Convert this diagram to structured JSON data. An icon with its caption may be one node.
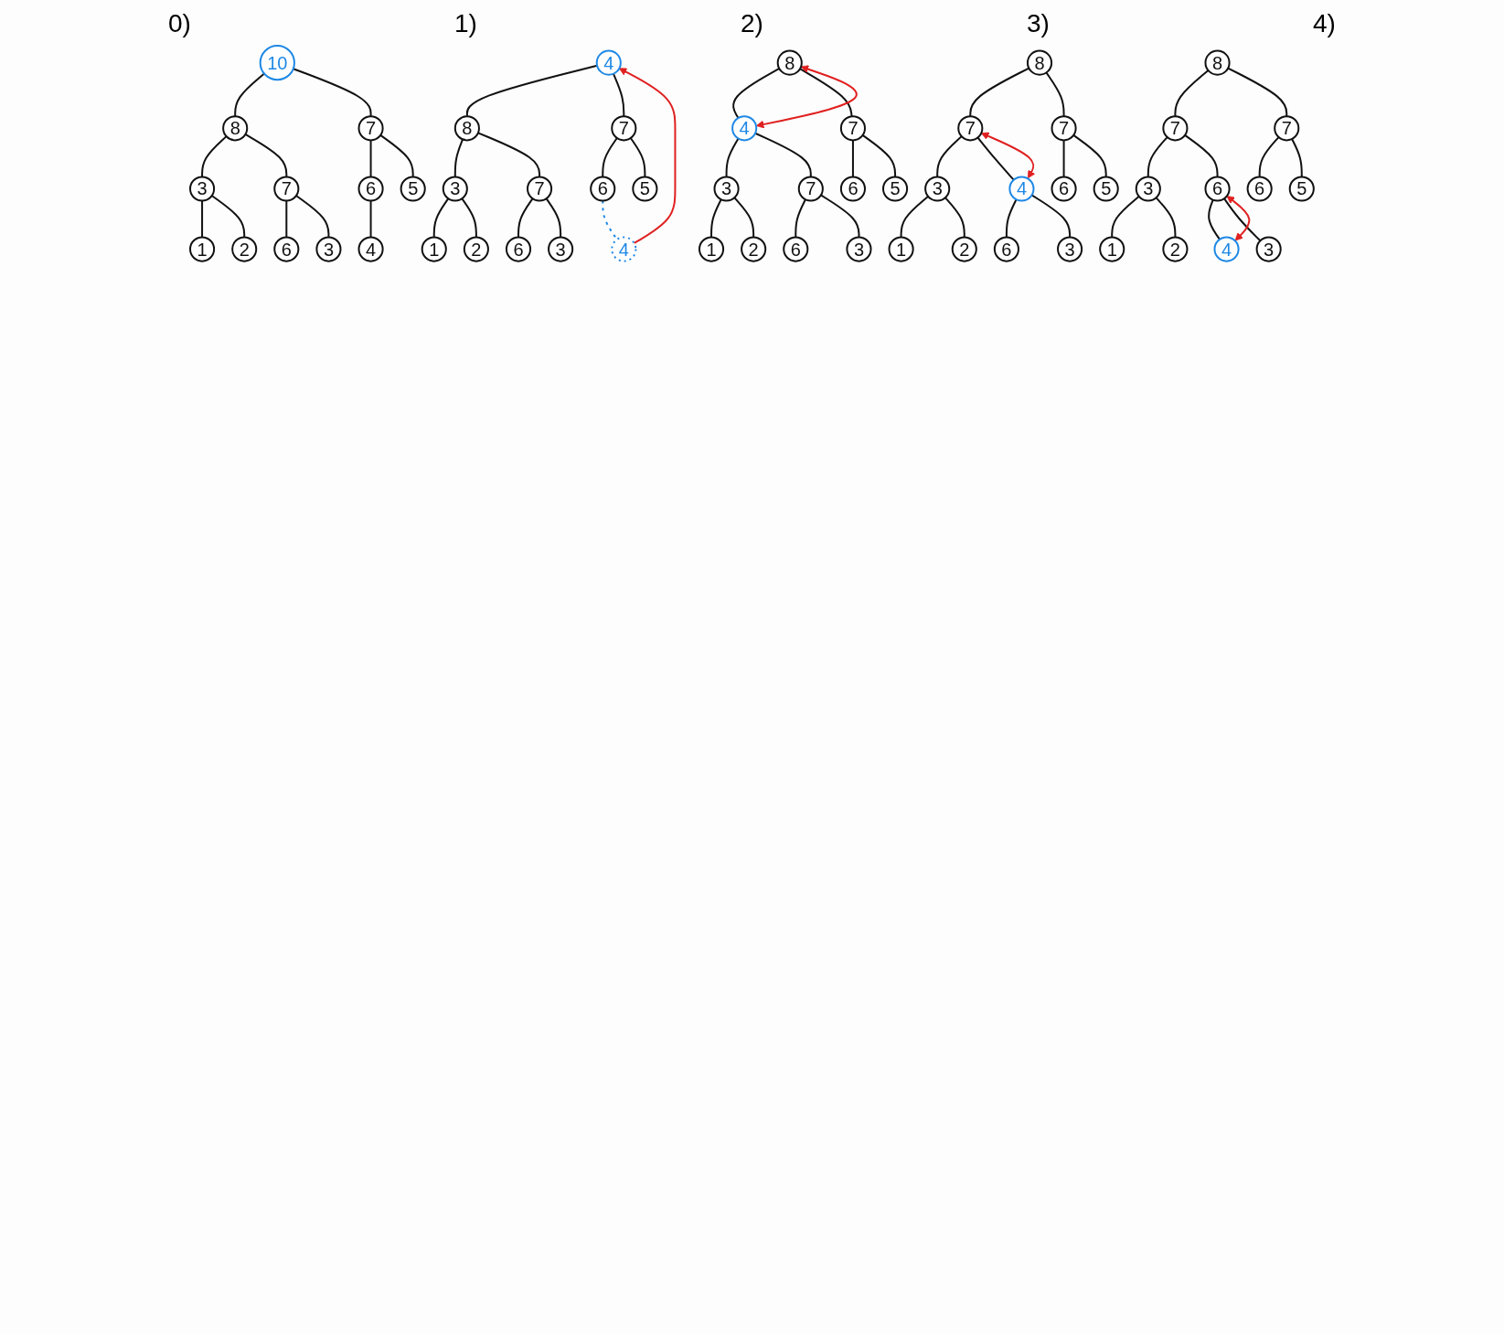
{
  "diagram": {
    "nodes": [
      {
        "text": [
          "10"
        ]
      },
      {
        "text": [
          "8"
        ]
      },
      {
        "text": [
          "7"
        ]
      },
      {
        "text": [
          "3"
        ]
      },
      {
        "text": [
          "7"
        ]
      },
      {
        "text": [
          "6"
        ]
      },
      {
        "text": [
          "5"
        ]
      },
      {
        "text": [
          "1"
        ]
      },
      {
        "text": [
          "2"
        ]
      },
      {
        "text": [
          "6"
        ]
      },
      {
        "text": [
          "3"
        ]
      },
      {
        "text": [
          "4"
        ]
      },
      {
        "text": [
          "4"
        ]
      },
      {
        "text": [
          "8"
        ]
      },
      {
        "text": [
          "7"
        ]
      },
      {
        "text": [
          "3"
        ]
      },
      {
        "text": [
          "7"
        ]
      },
      {
        "text": [
          "6"
        ]
      },
      {
        "text": [
          "5"
        ]
      },
      {
        "text": [
          "1"
        ]
      },
      {
        "text": [
          "2"
        ]
      },
      {
        "text": [
          "6"
        ]
      },
      {
        "text": [
          "3"
        ]
      },
      {
        "text": [
          "4"
        ]
      },
      {
        "text": [
          "8"
        ]
      },
      {
        "text": [
          "4"
        ]
      },
      {
        "text": [
          "7"
        ]
      },
      {
        "text": [
          "3"
        ]
      },
      {
        "text": [
          "7"
        ]
      },
      {
        "text": [
          "6"
        ]
      },
      {
        "text": [
          "5"
        ]
      },
      {
        "text": [
          "1"
        ]
      },
      {
        "text": [
          "2"
        ]
      },
      {
        "text": [
          "6"
        ]
      },
      {
        "text": [
          "3"
        ]
      },
      {
        "text": [
          "8"
        ]
      },
      {
        "text": [
          "7"
        ]
      },
      {
        "text": [
          "7"
        ]
      },
      {
        "text": [
          "3"
        ]
      },
      {
        "text": [
          "4"
        ]
      },
      {
        "text": [
          "6"
        ]
      },
      {
        "text": [
          "5"
        ]
      },
      {
        "text": [
          "1"
        ]
      },
      {
        "text": [
          "2"
        ]
      },
      {
        "text": [
          "6"
        ]
      },
      {
        "text": [
          "3"
        ]
      },
      {
        "text": [
          "8"
        ]
      },
      {
        "text": [
          "7"
        ]
      },
      {
        "text": [
          "7"
        ]
      },
      {
        "text": [
          "3"
        ]
      },
      {
        "text": [
          "6"
        ]
      },
      {
        "text": [
          "6"
        ]
      },
      {
        "text": [
          "5"
        ]
      },
      {
        "text": [
          "1"
        ]
      },
      {
        "text": [
          "2"
        ]
      },
      {
        "text": [
          "4"
        ]
      },
      {
        "text": [
          "3"
        ]
      }
    ],
    "edges": [
      {
        "from": 0,
        "to": 1,
        "arrow": "none"
      },
      {
        "from": 0,
        "to": 2,
        "arrow": "none"
      },
      {
        "from": 1,
        "to": 3,
        "arrow": "none"
      },
      {
        "from": 1,
        "to": 4,
        "arrow": "none"
      },
      {
        "from": 2,
        "to": 5,
        "arrow": "none"
      },
      {
        "from": 2,
        "to": 6,
        "arrow": "none"
      },
      {
        "from": 3,
        "to": 7,
        "arrow": "none"
      },
      {
        "from": 3,
        "to": 8,
        "arrow": "none"
      },
      {
        "from": 4,
        "to": 9,
        "arrow": "none"
      },
      {
        "from": 4,
        "to": 10,
        "arrow": "none"
      },
      {
        "from": 5,
        "to": 11,
        "arrow": "none"
      },
      {
        "from": 12,
        "to": 13,
        "arrow": "none"
      },
      {
        "from": 12,
        "to": 14,
        "arrow": "none"
      },
      {
        "from": 13,
        "to": 15,
        "arrow": "none"
      },
      {
        "from": 13,
        "to": 16,
        "arrow": "none"
      },
      {
        "from": 14,
        "to": 17,
        "arrow": "none"
      },
      {
        "from": 14,
        "to": 18,
        "arrow": "none"
      },
      {
        "from": 15,
        "to": 19,
        "arrow": "none"
      },
      {
        "from": 15,
        "to": 20,
        "arrow": "none"
      },
      {
        "from": 16,
        "to": 21,
        "arrow": "none"
      },
      {
        "from": 16,
        "to": 22,
        "arrow": "none"
      },
      {
        "from": 17,
        "to": 23,
        "arrow": "none",
        "style": "dashed",
        "color": "#1e88e5"
      },
      {
        "from": 23,
        "to": 12,
        "arrow": "to",
        "color": "#e02020"
      },
      {
        "from": 24,
        "to": 25,
        "arrow": "none"
      },
      {
        "from": 24,
        "to": 26,
        "arrow": "none"
      },
      {
        "from": 25,
        "to": 27,
        "arrow": "none"
      },
      {
        "from": 25,
        "to": 28,
        "arrow": "none"
      },
      {
        "from": 26,
        "to": 29,
        "arrow": "none"
      },
      {
        "from": 26,
        "to": 30,
        "arrow": "none"
      },
      {
        "from": 27,
        "to": 31,
        "arrow": "none"
      },
      {
        "from": 27,
        "to": 32,
        "arrow": "none"
      },
      {
        "from": 28,
        "to": 33,
        "arrow": "none"
      },
      {
        "from": 28,
        "to": 34,
        "arrow": "none"
      },
      {
        "from": 25,
        "to": 24,
        "arrow": "both",
        "color": "#e02020"
      },
      {
        "from": 35,
        "to": 36,
        "arrow": "none"
      },
      {
        "from": 35,
        "to": 37,
        "arrow": "none"
      },
      {
        "from": 36,
        "to": 38,
        "arrow": "none"
      },
      {
        "from": 36,
        "to": 39,
        "arrow": "none"
      },
      {
        "from": 37,
        "to": 40,
        "arrow": "none"
      },
      {
        "from": 37,
        "to": 41,
        "arrow": "none"
      },
      {
        "from": 38,
        "to": 42,
        "arrow": "none"
      },
      {
        "from": 38,
        "to": 43,
        "arrow": "none"
      },
      {
        "from": 39,
        "to": 44,
        "arrow": "none"
      },
      {
        "from": 39,
        "to": 45,
        "arrow": "none"
      },
      {
        "from": 39,
        "to": 36,
        "arrow": "both",
        "color": "#e02020"
      },
      {
        "from": 46,
        "to": 47,
        "arrow": "none"
      },
      {
        "from": 46,
        "to": 48,
        "arrow": "none"
      },
      {
        "from": 47,
        "to": 49,
        "arrow": "none"
      },
      {
        "from": 47,
        "to": 50,
        "arrow": "none"
      },
      {
        "from": 48,
        "to": 51,
        "arrow": "none"
      },
      {
        "from": 48,
        "to": 52,
        "arrow": "none"
      },
      {
        "from": 49,
        "to": 53,
        "arrow": "none"
      },
      {
        "from": 49,
        "to": 54,
        "arrow": "none"
      },
      {
        "from": 50,
        "to": 55,
        "arrow": "none"
      },
      {
        "from": 50,
        "to": 56,
        "arrow": "none"
      },
      {
        "from": 55,
        "to": 50,
        "arrow": "both",
        "color": "#e02020"
      }
    ],
    "labels": [
      "0)",
      "1)",
      "2)",
      "3)",
      "4)"
    ]
  }
}
